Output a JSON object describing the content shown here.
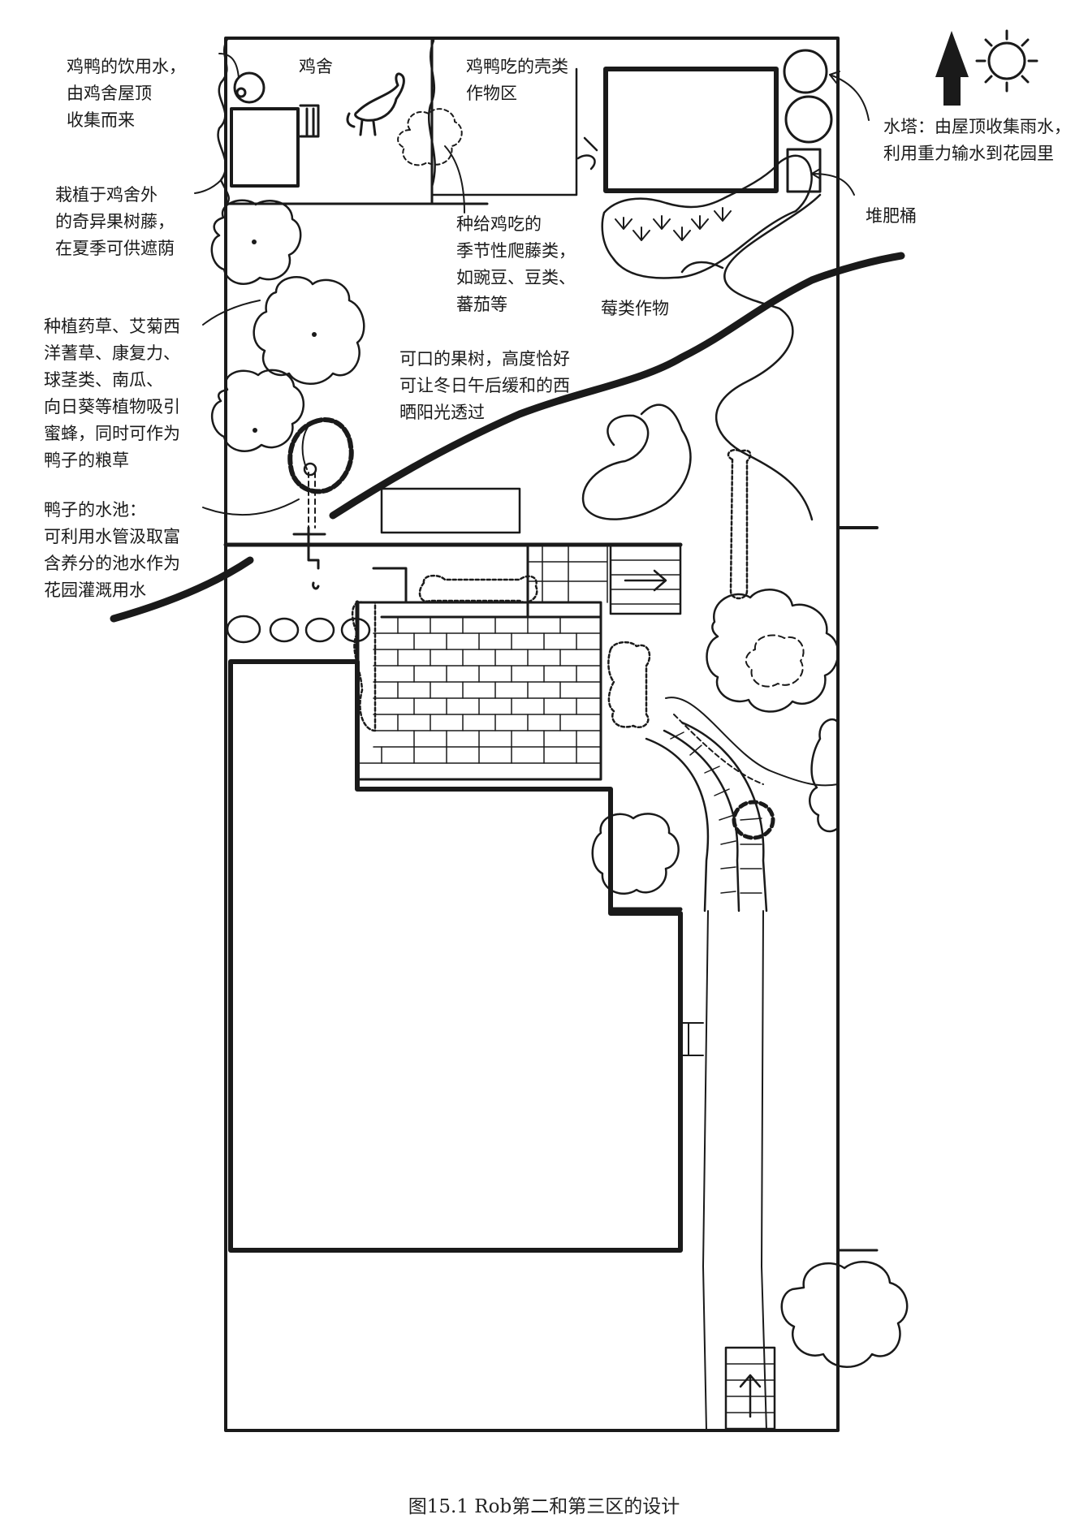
{
  "labels": {
    "coop": "鸡舍",
    "drinking_water": [
      "鸡鸭的饮用水，",
      "由鸡舍屋顶",
      "收集而来"
    ],
    "grain_area": [
      "鸡鸭吃的壳类",
      "作物区"
    ],
    "water_tower": [
      "水塔：由屋顶收集雨水，",
      "利用重力输水到花园里"
    ],
    "exotic_vine": [
      "栽植于鸡舍外",
      "的奇异果树藤，",
      "在夏季可供遮荫"
    ],
    "seasonal_vines": [
      "种给鸡吃的",
      "季节性爬藤类，",
      "如豌豆、豆类、",
      "蕃茄等"
    ],
    "compost": "堆肥桶",
    "berries": "莓类作物",
    "herbs": [
      "种植药草、艾菊西",
      "洋蓍草、康复力、",
      "球茎类、南瓜、",
      "向日葵等植物吸引",
      "蜜蜂，同时可作为",
      "鸭子的粮草"
    ],
    "fruit_trees": [
      "可口的果树，高度恰好",
      "可让冬日午后缓和的西",
      "晒阳光透过"
    ],
    "duck_pond": [
      "鸭子的水池：",
      "可利用水管汲取富",
      "含养分的池水作为",
      "花园灌溉用水"
    ]
  },
  "caption": "图15.1 Rob第二和第三区的设计"
}
